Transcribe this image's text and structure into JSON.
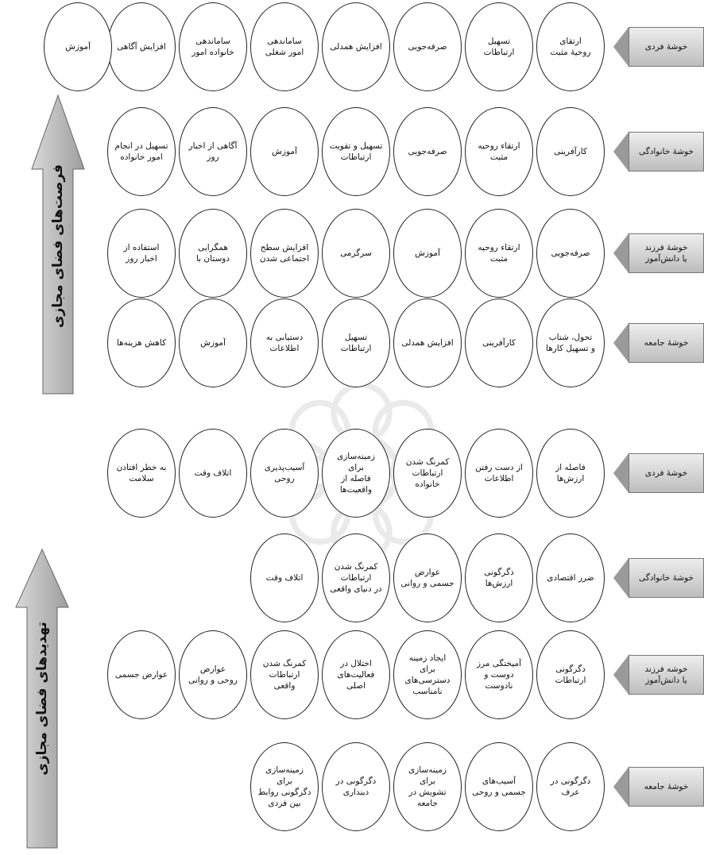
{
  "sections": [
    {
      "label": "فرصت‌های فضای مجازی",
      "rows": [
        {
          "cluster": "خوشهٔ فردی",
          "items": [
            "ارتقای\nروحیهٔ مثبت",
            "تسهیل ارتباطات",
            "صرفه‌جویی",
            "افزایش همدلی",
            "ساماندهی\nامور شغلی",
            "ساماندهی\nخانواده امور",
            "افزایش آگاهی",
            "آموزش"
          ]
        },
        {
          "cluster": "خوشهٔ خانوادگی",
          "items": [
            "کارآفرینی",
            "ارتقاء روحیه مثبت",
            "صرفه‌جویی",
            "تسهیل و تقویت\nارتباطات",
            "آموزش",
            "آگاهی از اخبار روز",
            "تسهیل در انجام\nامور خانواده"
          ]
        },
        {
          "cluster": "خوشهٔ فرزند\nیا دانش‌آموز",
          "items": [
            "صرفه‌جویی",
            "ارتقاء روحیه مثبت",
            "آموزش",
            "سرگرمی",
            "افزایش سطح\nاجتماعی شدن",
            "همگرایی\nدوستان با",
            "استفاده از اخبار روز"
          ]
        },
        {
          "cluster": "خوشهٔ جامعه",
          "items": [
            "تحول، شتاب\nو تسهیل کارها",
            "کارآفرینی",
            "افزایش همدلی",
            "تسهیل ارتباطات",
            "دستیابی به اطلاعات",
            "آموزش",
            "کاهش هزینه‌ها"
          ]
        }
      ]
    },
    {
      "label": "تهدیدهای فضای مجازی",
      "rows": [
        {
          "cluster": "خوشهٔ فردی",
          "items": [
            "فاصله از ارزش‌ها",
            "از دست رفتن\nاطلاعات",
            "کمرنگ شدن\nارتباطات خانواده",
            "زمینه‌سازی برای\nفاصله از واقعیت‌ها",
            "آسیب‌پذیری روحی",
            "اتلاف وقت",
            "به خطر افتادن\nسلامت"
          ]
        },
        {
          "cluster": "خوشهٔ خانوادگی",
          "items": [
            "ضرر اقتصادی",
            "دگرگونی ارزش‌ها",
            "عوارض\nجسمی و روانی",
            "کمرنگ شدن\nارتباطات\nدر دنیای واقعی",
            "اتلاف وقت"
          ]
        },
        {
          "cluster": "خوشه فرزند\nیا دانش‌آموز",
          "items": [
            "دگرگونی ارتباطات",
            "آمیختگی مرز\nدوست و نادوست",
            "ایجاد زمینه برای\nدسترسی‌های\nنامناسب",
            "اختلال در\nفعالیت‌های اصلی",
            "کمرنگ شدن\nارتباطات واقعی",
            "عوارض\nروحی و روانی",
            "عوارض جسمی"
          ]
        },
        {
          "cluster": "خوشهٔ جامعه",
          "items": [
            "دگرگونی در عرف",
            "آسیب‌های\nجسمی و روحی",
            "زمینه‌سازی برای\nتشویش در جامعه",
            "دگرگونی در دینداری",
            "زمینه‌سازی برای\nدگرگونی روابط\nبین فردی"
          ]
        }
      ]
    }
  ]
}
